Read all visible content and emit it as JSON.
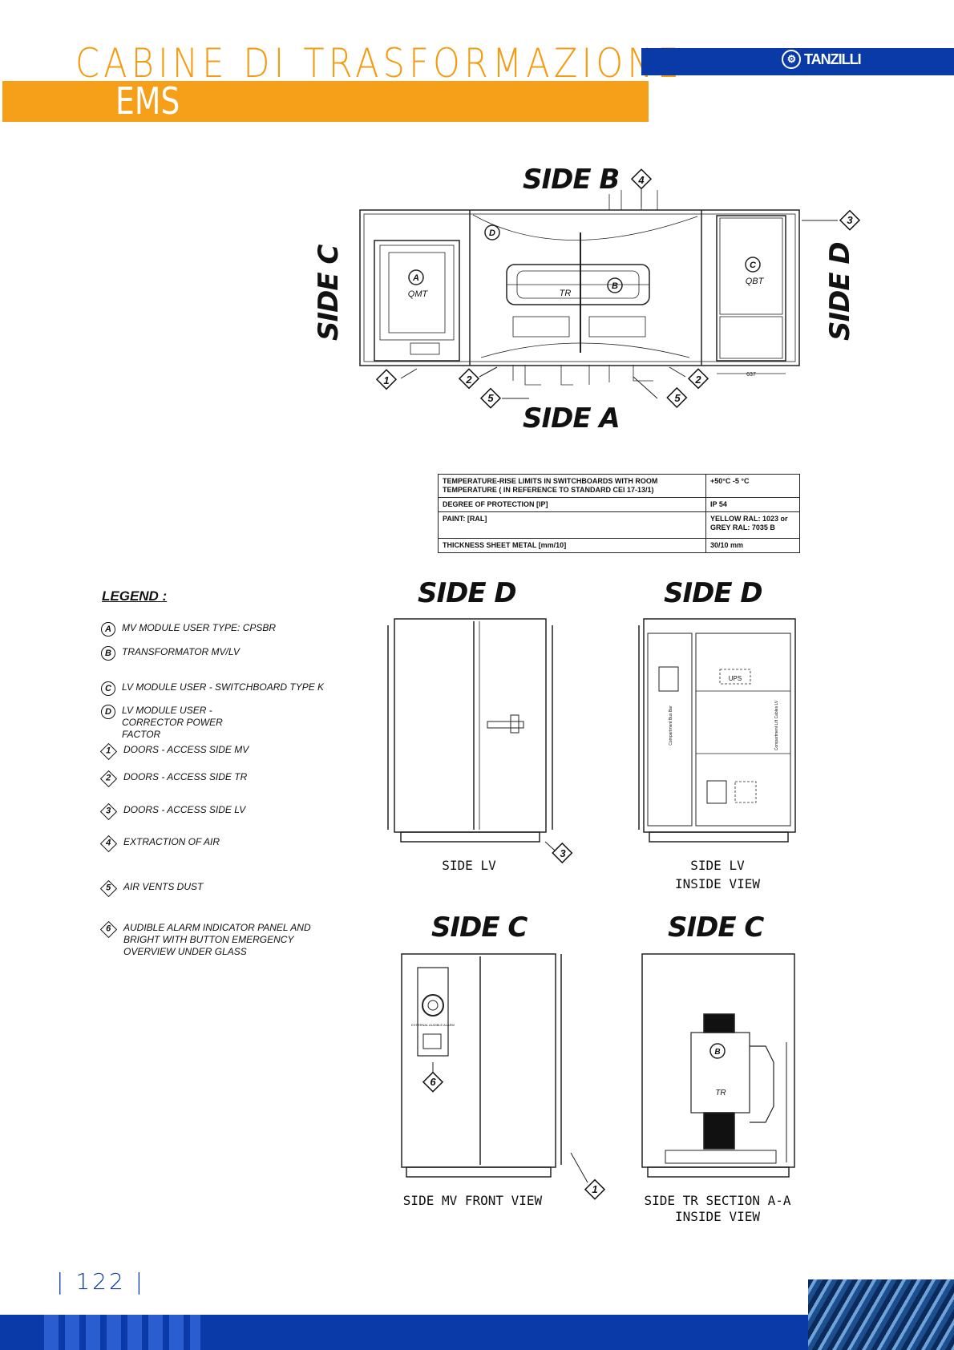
{
  "header": {
    "title": "CABINE DI TRASFORMAZIONE",
    "subtitle": "EMS",
    "brand": "TANZILLI"
  },
  "plan": {
    "side_b": "SIDE B",
    "side_a": "SIDE A",
    "side_c": "SIDE C",
    "side_d": "SIDE D",
    "labels": {
      "a": "A",
      "qmt": "QMT",
      "b": "B",
      "tr": "TR",
      "c": "C",
      "qbt": "QBT",
      "d": "D",
      "dim": "637"
    },
    "markers": {
      "m1": "1",
      "m2": "2",
      "m3": "3",
      "m4": "4",
      "m5": "5",
      "m6": "6"
    }
  },
  "specs": [
    {
      "label": "TEMPERATURE-RISE LIMITS IN SWITCHBOARDS WITH ROOM TEMPERATURE ( IN REFERENCE TO STANDARD CEI 17-13/1)",
      "value": "+50°C  -5 °C"
    },
    {
      "label": "DEGREE OF PROTECTION  [IP]",
      "value": "IP 54"
    },
    {
      "label": "PAINT:  [RAL]",
      "value": "YELLOW RAL: 1023 or GREY RAL:   7035 B"
    },
    {
      "label": "THICKNESS SHEET METAL  [mm/10]",
      "value": "30/10 mm"
    }
  ],
  "legend": {
    "title": "LEGEND :",
    "items": [
      {
        "key": "A",
        "text": "MV MODULE USER  TYPE: CPSBR"
      },
      {
        "key": "B",
        "text": "TRANSFORMATOR MV/LV"
      },
      {
        "key": "C",
        "text": "LV MODULE USER - SWITCHBOARD TYPE K"
      },
      {
        "key": "D",
        "text": "LV MODULE USER - CORRECTOR POWER FACTOR"
      },
      {
        "key": "1",
        "text": "DOORS - ACCESS SIDE MV"
      },
      {
        "key": "2",
        "text": "DOORS  - ACCESS SIDE TR"
      },
      {
        "key": "3",
        "text": "DOORS  - ACCESS SIDE LV"
      },
      {
        "key": "4",
        "text": "EXTRACTION OF AIR"
      },
      {
        "key": "5",
        "text": "AIR VENTS DUST"
      },
      {
        "key": "6",
        "text": "AUDIBLE ALARM INDICATOR PANEL AND BRIGHT WITH BUTTON EMERGENCY OVERVIEW UNDER GLASS"
      }
    ]
  },
  "views": {
    "d_front_title": "SIDE D",
    "d_front_cap": "SIDE LV",
    "d_inside_title": "SIDE D",
    "d_inside_cap1": "SIDE LV",
    "d_inside_cap2": "INSIDE VIEW",
    "c_front_title": "SIDE C",
    "c_front_cap": "SIDE MV FRONT VIEW",
    "c_inside_title": "SIDE C",
    "c_inside_cap1": "SIDE TR SECTION A-A",
    "c_inside_cap2": "INSIDE VIEW",
    "ups": "UPS",
    "bus_bar": "Compartment  Bus  Bar",
    "lift_cables": "Compartment  Lift  Cables  LV",
    "alarm": "EXTERNAL AUDIBLE ALARM"
  },
  "footer": {
    "page": "| 122 |"
  }
}
